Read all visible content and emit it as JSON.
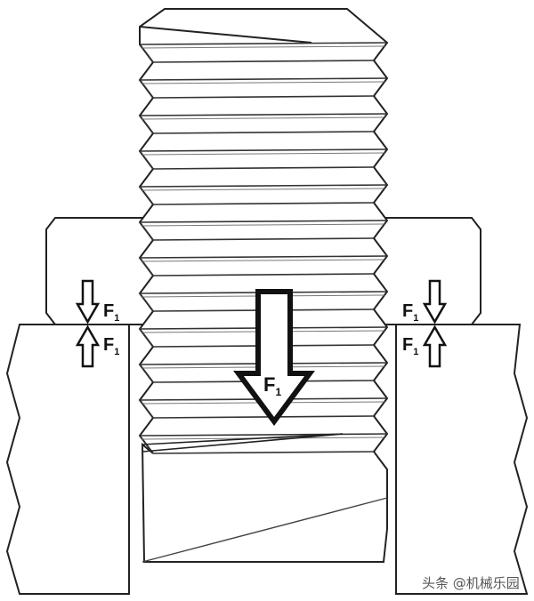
{
  "diagram": {
    "force_label": "F",
    "force_subscript": "1",
    "thread_count": 12
  },
  "watermark": "头条 @机械乐园"
}
